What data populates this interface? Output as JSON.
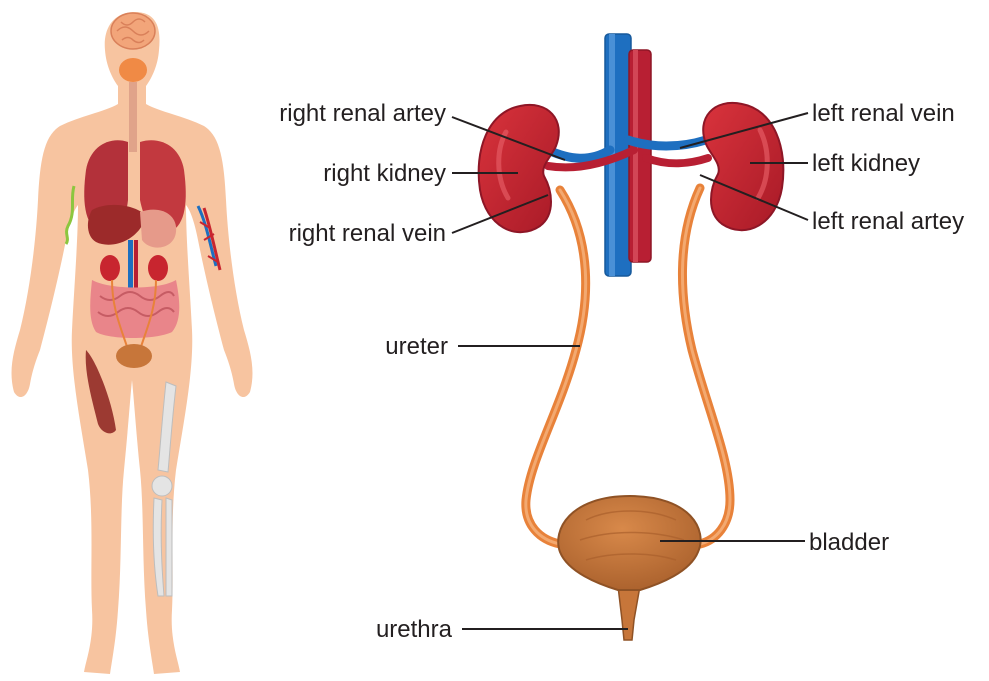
{
  "labels": {
    "right_renal_artery": "right renal artey",
    "right_kidney": "right kidney",
    "right_renal_vein": "right renal vein",
    "left_renal_vein": "left renal vein",
    "left_kidney": "left kidney",
    "left_renal_artery": "left renal artey",
    "ureter": "ureter",
    "bladder": "bladder",
    "urethra": "urethra"
  },
  "colors": {
    "skin": "#f7c4a0",
    "kidney": "#c8252f",
    "vein": "#1e6fc0",
    "artery": "#b81f33",
    "ureter": "#e8823a",
    "bladder": "#c7763a",
    "leader_line": "#231f20"
  }
}
